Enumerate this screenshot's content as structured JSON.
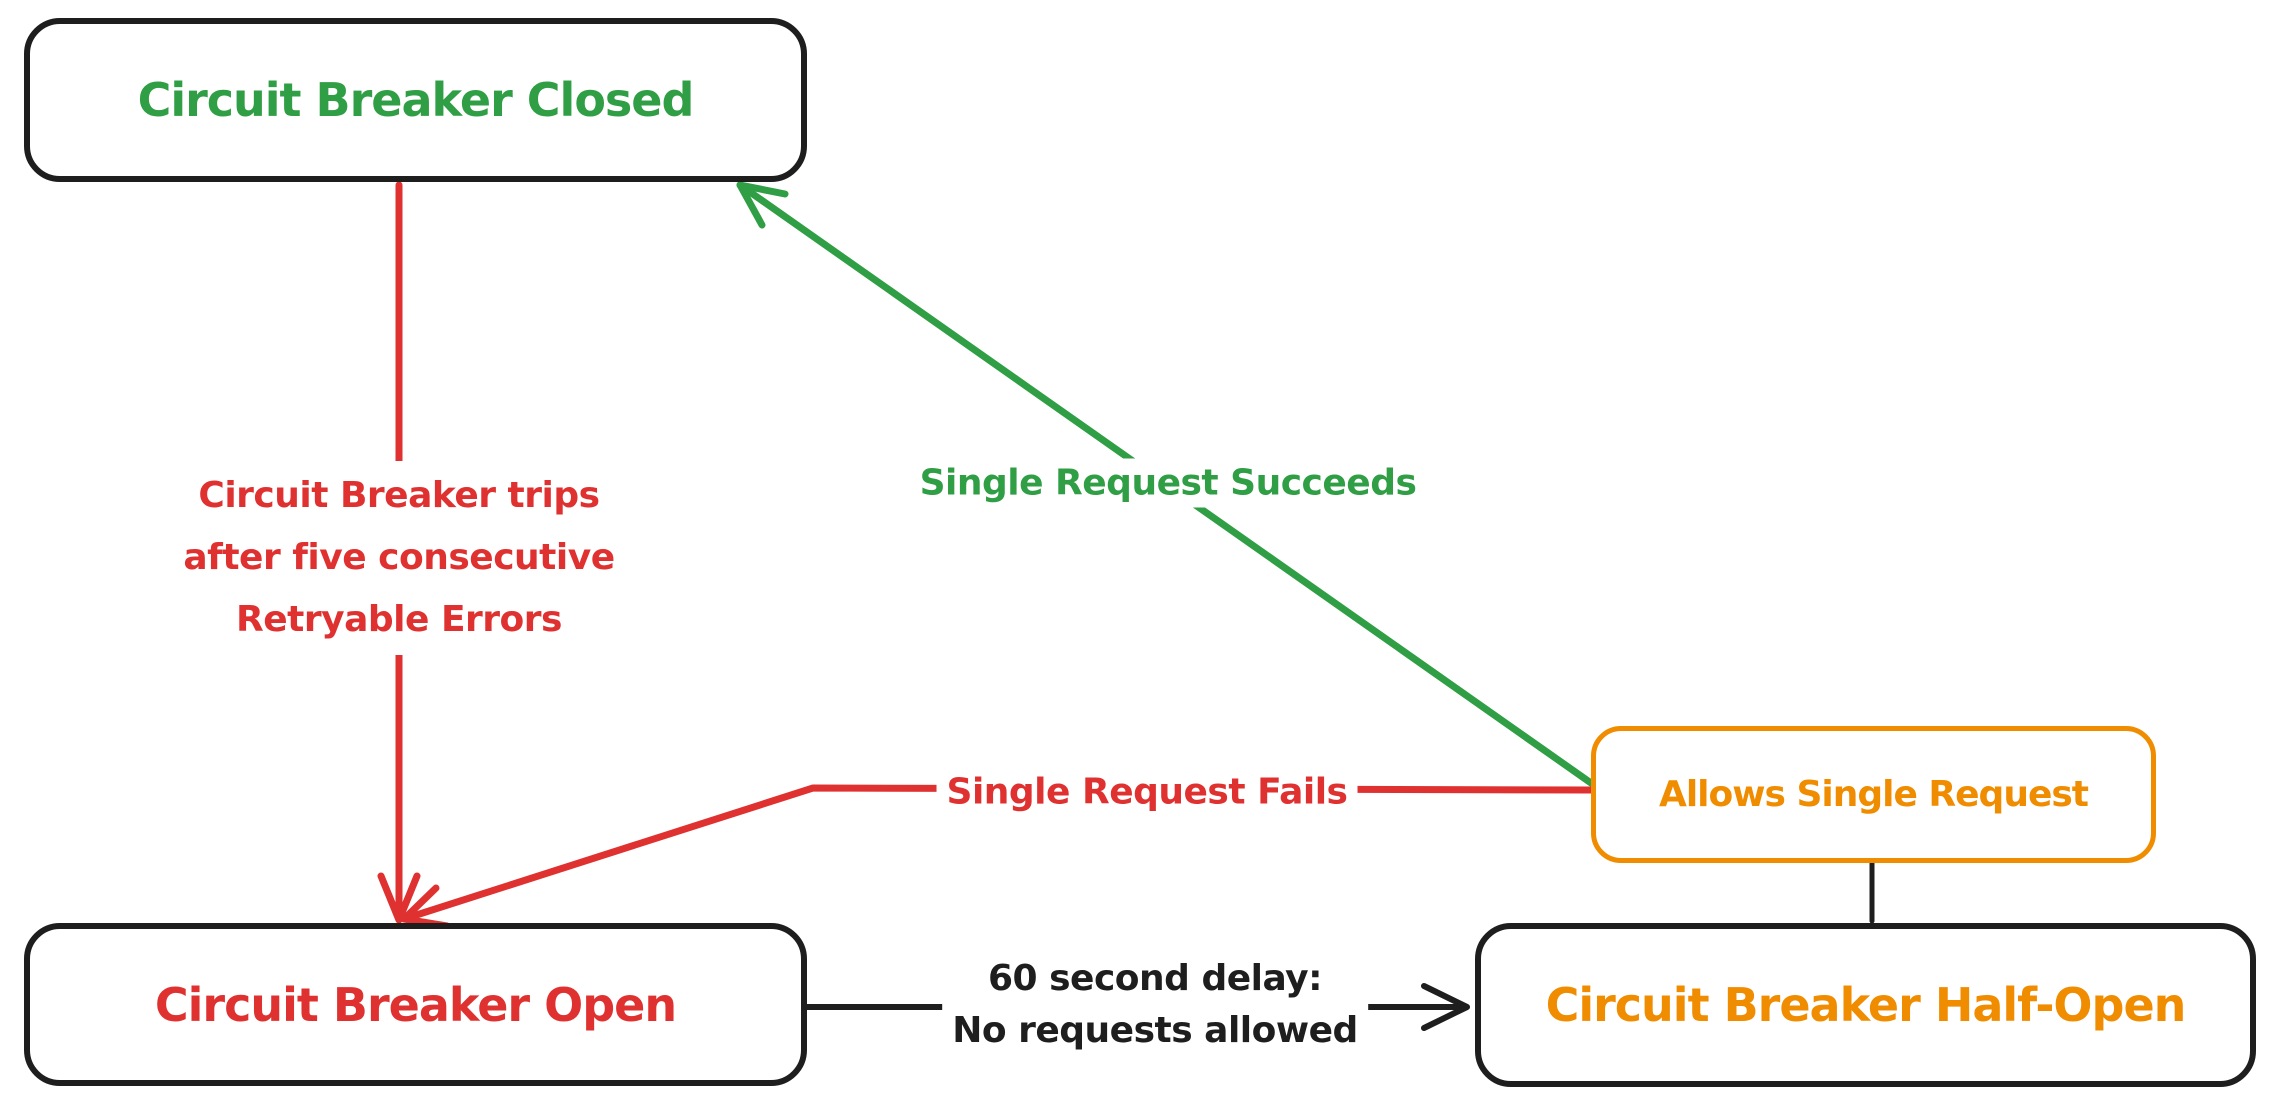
{
  "diagram": {
    "type": "state-diagram",
    "nodes": {
      "closed": {
        "label": "Circuit Breaker Closed",
        "text_color": "#2f9e44",
        "border_color": "#1e1e1e"
      },
      "open": {
        "label": "Circuit Breaker Open",
        "text_color": "#e03131",
        "border_color": "#1e1e1e"
      },
      "half_open": {
        "label": "Circuit Breaker Half-Open",
        "text_color": "#f08c00",
        "border_color": "#1e1e1e"
      },
      "allows": {
        "label": "Allows Single Request",
        "text_color": "#f08c00",
        "border_color": "#f08c00"
      }
    },
    "edges": {
      "trips": {
        "from": "closed",
        "to": "open",
        "color": "#e03131",
        "label_lines": [
          "Circuit Breaker trips",
          "after five consecutive",
          "Retryable Errors"
        ]
      },
      "succeeds": {
        "from": "allows",
        "to": "closed",
        "color": "#2f9e44",
        "label": "Single Request Succeeds"
      },
      "fails": {
        "from": "allows",
        "to": "open",
        "color": "#e03131",
        "label": "Single Request Fails"
      },
      "delay": {
        "from": "open",
        "to": "half_open",
        "color": "#1e1e1e",
        "label_lines": [
          "60 second delay:",
          "No requests allowed"
        ]
      },
      "probe_link": {
        "from": "half_open",
        "to": "allows",
        "color": "#1e1e1e"
      }
    },
    "colors": {
      "green": "#2f9e44",
      "red": "#e03131",
      "orange": "#f08c00",
      "black": "#1e1e1e",
      "background": "#ffffff"
    }
  }
}
